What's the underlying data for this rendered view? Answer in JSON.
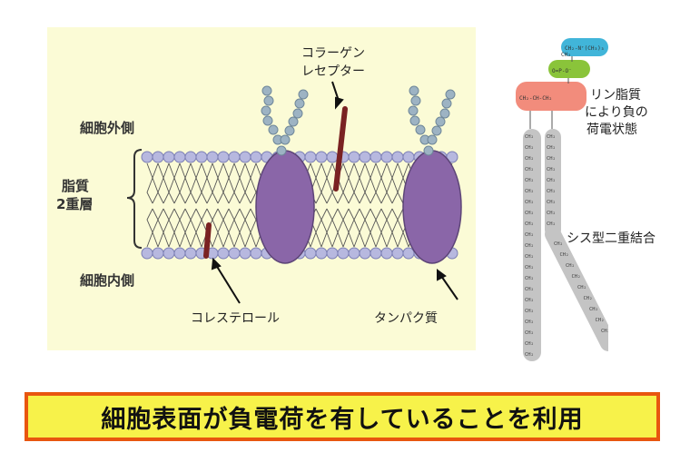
{
  "membrane": {
    "label_outside": "細胞外側",
    "label_inside": "細胞内側",
    "label_bilayer_line1": "脂質",
    "label_bilayer_line2": "2重層",
    "label_collagen_line1": "コラーゲン",
    "label_collagen_line2": "レセプター",
    "label_cholesterol": "コレステロール",
    "label_protein": "タンパク質",
    "colors": {
      "background": "#fbfbd6",
      "head": "#b7b8df",
      "protein": "#8a66a8",
      "glycan": "#9db3c3",
      "rod": "#7a2222"
    }
  },
  "lipid_molecule": {
    "label_charge_line1": "リン脂質",
    "label_charge_line2": "により負の",
    "label_charge_line3": "荷電状態",
    "label_cis_bond": "シス型二重結合",
    "colors": {
      "amine_head": "#41b5d9",
      "phosphate": "#8ac43a",
      "glycerol": "#f28c7c",
      "tail": "#c4c4c4"
    }
  },
  "banner": {
    "text": "細胞表面が負電荷を有していることを利用",
    "colors": {
      "fill": "#f7f24a",
      "border": "#e8560f"
    }
  }
}
